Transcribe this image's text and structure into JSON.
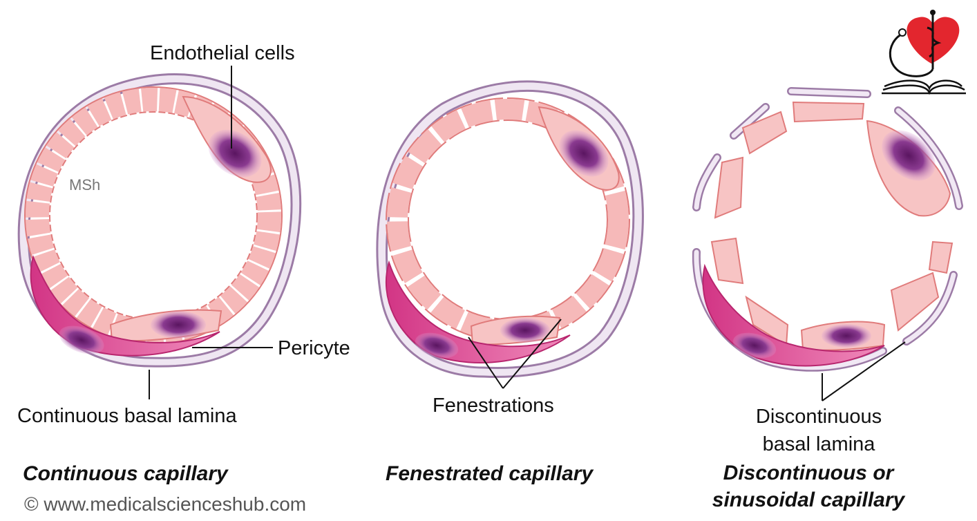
{
  "watermark": "MSh",
  "copyright": "© www.medicalscienceshub.com",
  "panels": [
    {
      "title": "Continuous capillary",
      "labels": {
        "endothelial": "Endothelial cells",
        "pericyte": "Pericyte",
        "lamina": "Continuous basal lamina"
      }
    },
    {
      "title": "Fenestrated capillary",
      "labels": {
        "fenestrations": "Fenestrations"
      }
    },
    {
      "title_line1": "Discontinuous or",
      "title_line2": "sinusoidal capillary",
      "labels": {
        "lamina_line1": "Discontinuous",
        "lamina_line2": "basal lamina"
      }
    }
  ],
  "colors": {
    "endothelium_fill": "#f7c4c4",
    "endothelium_edge": "#e07b7b",
    "nucleus": "#7a2a7f",
    "pericyte": "#e0509a",
    "lamina_outer": "#a98bb0",
    "lamina_fill": "#efe6f2"
  },
  "logo": {
    "name": "medical-heart-caduceus-book-logo",
    "heart_color": "#e3262e"
  }
}
